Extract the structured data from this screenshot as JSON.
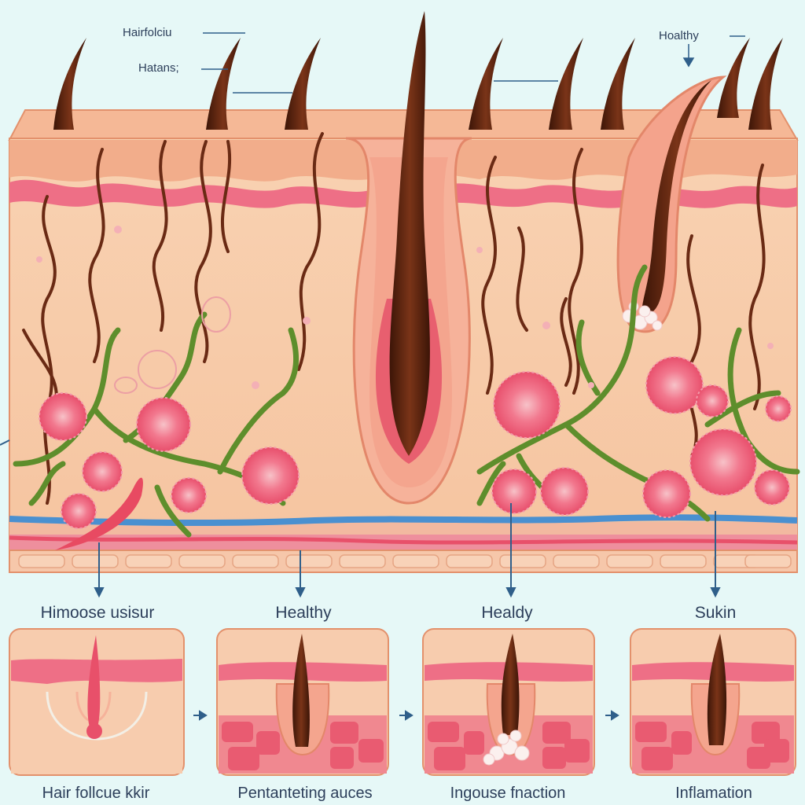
{
  "diagram": {
    "top_labels": {
      "hair_follicle": "Hairfolciu",
      "hairs": "Hatans;",
      "healthy": "Hoalthy"
    },
    "stage_labels": [
      "Himoose usisur",
      "Healthy",
      "Healdy",
      "Sukin"
    ],
    "panel_captions": [
      "Hair follcue kkir",
      "Pentanteting auces",
      "Ingouse fnaction",
      "Inflamation"
    ],
    "colors": {
      "background": "#e6f8f7",
      "skin": "#f6c9a6",
      "epidermis": "#f3a98a",
      "dermal_band": "#ee6f86",
      "hair": "#5e2614",
      "vessel_green": "#5e8e2c",
      "vessel_blue": "#4a90d0",
      "gland": "#f25e7c",
      "pus": "#fbf0ee",
      "arrow": "#2f5f8a"
    }
  }
}
